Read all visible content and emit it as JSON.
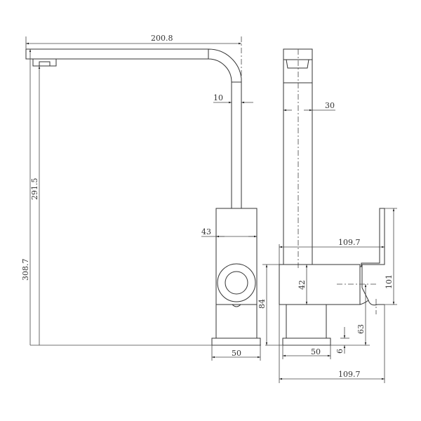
{
  "drawing": {
    "front_view": {
      "spout_reach": "200.8",
      "spout_height": "291.5",
      "total_height": "308.7",
      "pipe_diameter": "10",
      "body_width": "43",
      "base_width": "50"
    },
    "side_view": {
      "pipe_width": "30",
      "handle_reach_top": "109.7",
      "body_height": "84",
      "body_offset": "42",
      "handle_height": "101",
      "handle_base_height": "63",
      "base_plate": "6",
      "base_width": "50",
      "total_depth": "109.7"
    }
  },
  "colors": {
    "line": "#333333",
    "background": "#ffffff"
  }
}
